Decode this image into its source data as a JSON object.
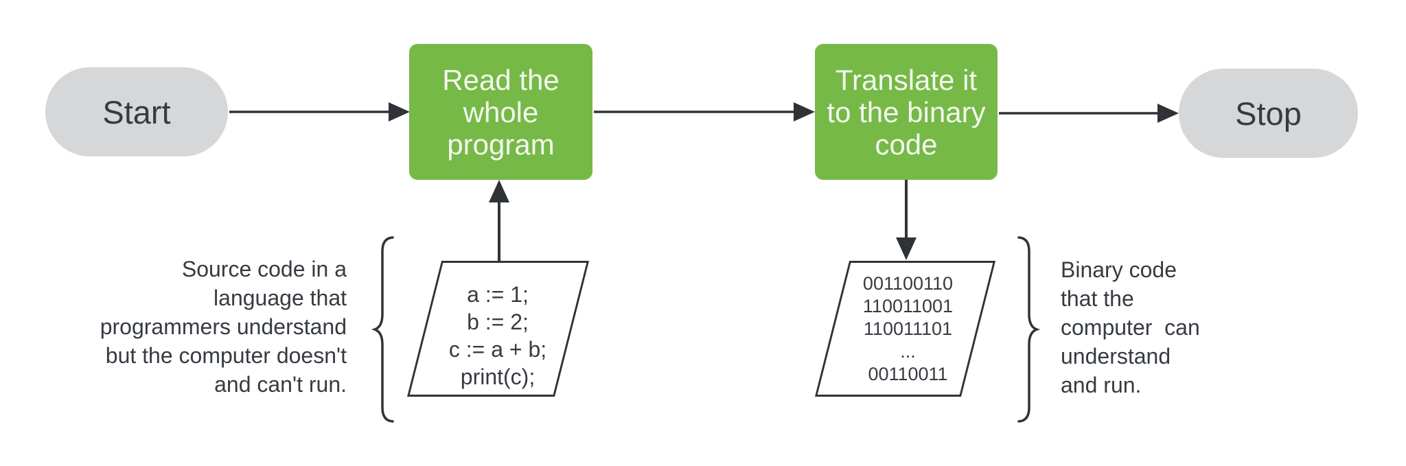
{
  "flow": {
    "start_label": "Start",
    "stop_label": "Stop",
    "steps": [
      {
        "id": "read-program",
        "lines": [
          "Read the",
          "whole",
          "program"
        ]
      },
      {
        "id": "translate-binary",
        "lines": [
          "Translate it",
          "to the binary",
          "code"
        ]
      }
    ]
  },
  "source_shape": {
    "lines": [
      "a := 1;",
      "b := 2;",
      "c := a + b;",
      "print(c);"
    ]
  },
  "binary_shape": {
    "lines": [
      "001100110",
      "110011001",
      "110011101",
      "...",
      "00110011"
    ]
  },
  "annotations": {
    "source": {
      "lines": [
        "Source code in a",
        "language that",
        "programmers understand",
        "but the computer doesn't",
        "and can't run."
      ]
    },
    "binary": {
      "lines": [
        "Binary code",
        "that the",
        "computer  can",
        "understand",
        "and run."
      ]
    }
  },
  "colors": {
    "process_green": "#76b947",
    "terminator_gray": "#d5d7d9",
    "stroke_dark": "#2f3337",
    "text_on_green": "#f2f8ee",
    "text_dark": "#363b41",
    "background": "#ffffff"
  }
}
